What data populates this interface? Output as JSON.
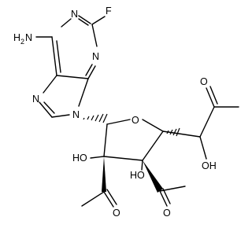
{
  "molecule": {
    "atoms": {
      "fluorine": "F",
      "amine_n": "N",
      "amine_h": "H",
      "amine_sub": "2",
      "n1": "N",
      "n3": "N",
      "n7": "N",
      "n9": "N",
      "ring_o": "O",
      "ho_left": "HO",
      "ho_center": "HO",
      "oh_right": "OH",
      "o_ketone_top": "O",
      "o_acetyl_left": "O",
      "o_acetyl_right": "O"
    },
    "colors": {
      "ink": "#000000",
      "background": "#ffffff"
    }
  }
}
